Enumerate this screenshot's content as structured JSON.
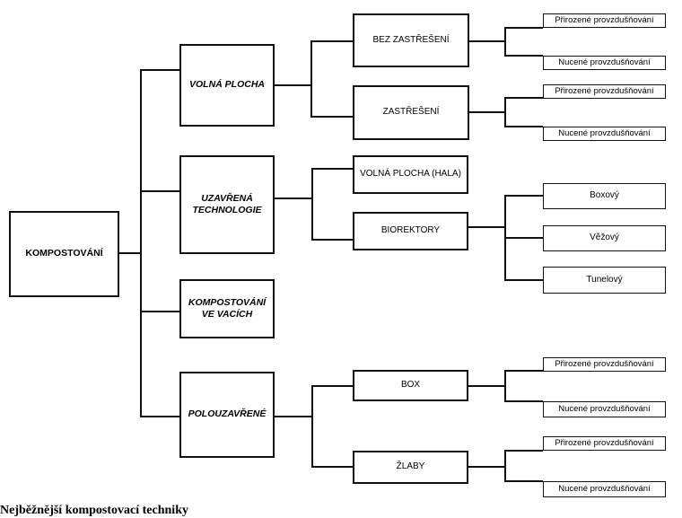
{
  "root": "KOMPOSTOVÁNÍ",
  "categories": [
    "VOLNÁ PLOCHA",
    "UZAVŘENÁ TECHNOLOGIE",
    "KOMPOSTOVÁNÍ VE VACÍCH",
    "POLOUZAVŘENÉ"
  ],
  "subtypes": {
    "bez_zastreseni": "BEZ ZASTŘEŠENÍ",
    "zastreseni": "ZASTŘEŠENÍ",
    "volna_plocha_hala": "VOLNÁ PLOCHA (HALA)",
    "bioreaktory": "BIOREKTORY",
    "box": "BOX",
    "zlaby": "ŽLABY"
  },
  "reactor_types": [
    "Boxový",
    "Věžový",
    "Tunelový"
  ],
  "aeration": {
    "natural": "Přirozené provzdušňování",
    "forced": "Nucené provzdušňování"
  },
  "caption": "Nejběžnější kompostovací techniky"
}
